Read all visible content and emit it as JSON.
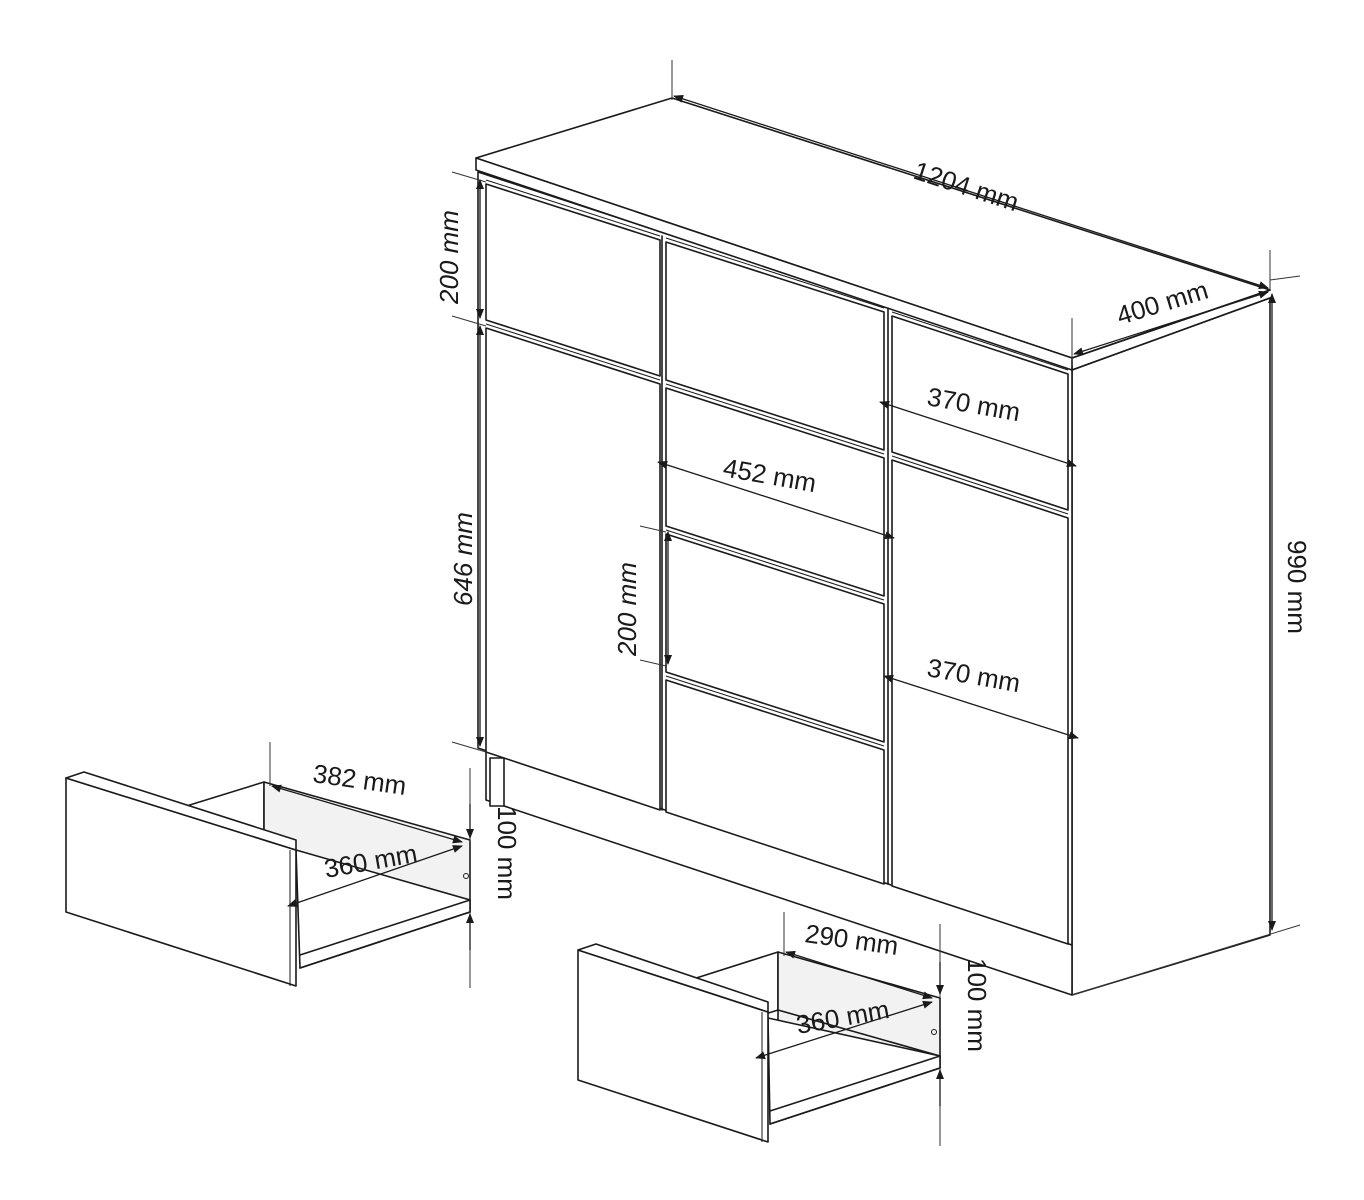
{
  "labels": {
    "width_total": "1204 mm",
    "depth_total": "400 mm",
    "height_total": "990 mm",
    "top_drawer_height": "200 mm",
    "left_door_height": "646 mm",
    "right_top_drawer_width": "370 mm",
    "center_drawer_width": "452 mm",
    "center_drawer_height": "200 mm",
    "right_door_width": "370 mm",
    "left_drawer_depth": "382 mm",
    "left_drawer_inner_width": "360 mm",
    "left_drawer_side_height": "100 mm",
    "right_drawer_depth": "290 mm",
    "right_drawer_inner_width": "360 mm",
    "right_drawer_side_height": "100 mm"
  }
}
